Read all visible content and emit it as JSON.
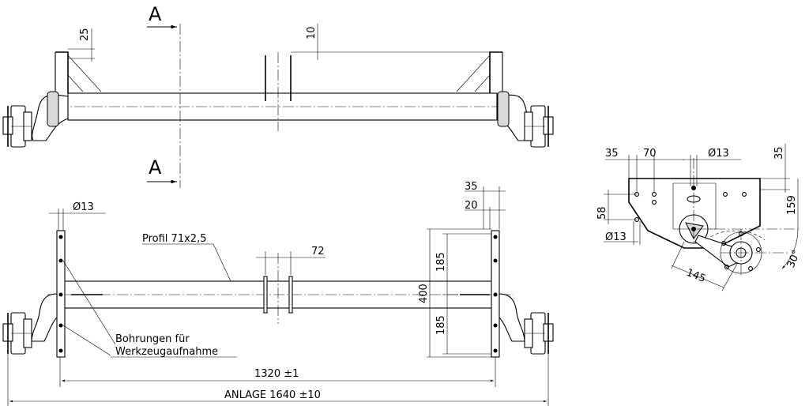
{
  "section_label_top": "A",
  "section_label_bottom": "A",
  "top_view": {
    "dim_25": "25",
    "dim_10": "10"
  },
  "plan_view": {
    "dim_hole_left": "Ø13",
    "dim_35": "35",
    "dim_20": "20",
    "profile_label": "Profil 71x2,5",
    "dim_72": "72",
    "dim_185_upper": "185",
    "dim_185_lower": "185",
    "dim_400": "400",
    "note_line1": "Bohrungen für",
    "note_line2": "Werkzeugaufnahme",
    "dim_1320": "1320 ±1",
    "dim_anlage": "ANLAGE 1640 ±10"
  },
  "side_view": {
    "dim_35_left": "35",
    "dim_70": "70",
    "dim_hole_top": "Ø13",
    "dim_35_right": "35",
    "dim_58": "58",
    "dim_159": "159",
    "dim_hole_bottom": "Ø13",
    "dim_145": "145",
    "dim_angle": "30°"
  }
}
